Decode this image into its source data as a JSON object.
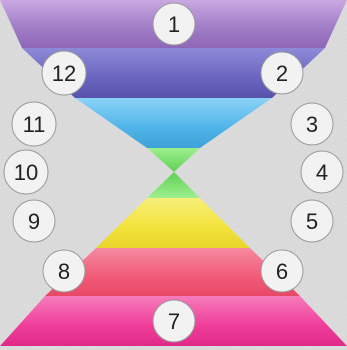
{
  "diagram": {
    "type": "hourglass-numbered-cycle",
    "colors": {
      "background": "#e3e3e3",
      "band_1": "#9b71bf",
      "band_2": "#6a66c0",
      "band_3": "#4fb4e8",
      "band_4": "#7be06a",
      "band_5": "#7be06a",
      "band_6": "#f2e23a",
      "band_7": "#f25a78",
      "band_8": "#ef3d9a",
      "circle_fill": "#f2f2f2",
      "circle_stroke": "#9a9a9a",
      "number_color": "#222222"
    },
    "numbers": [
      "1",
      "2",
      "3",
      "4",
      "5",
      "6",
      "7",
      "8",
      "9",
      "10",
      "11",
      "12"
    ]
  }
}
